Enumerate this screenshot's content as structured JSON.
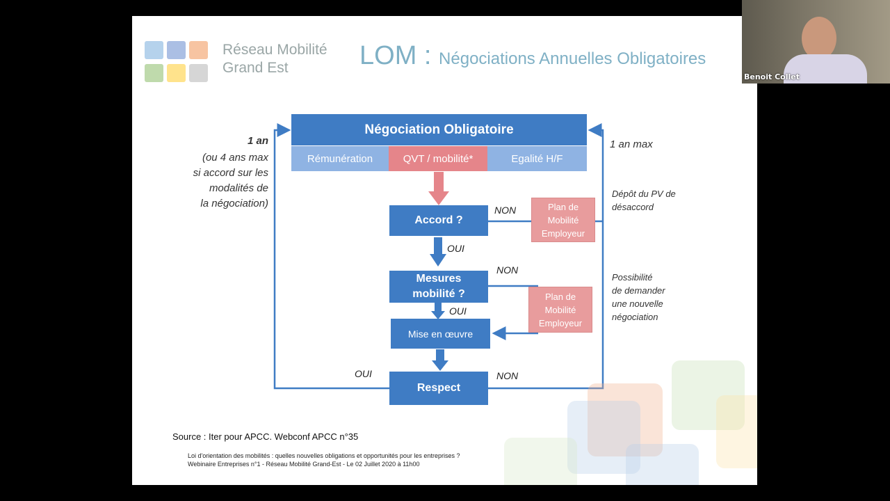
{
  "logo": {
    "line1": "Réseau Mobilité",
    "line2": "Grand Est"
  },
  "title": {
    "lom": "LOM",
    "colon": " : ",
    "subtitle": "Négociations Annuelles Obligatoires"
  },
  "diagram": {
    "main_box": "Négociation Obligatoire",
    "sub_boxes": [
      "Rémunération",
      "QVT / mobilité*",
      "Egalité H/F"
    ],
    "accord": "Accord ?",
    "mesures_line1": "Mesures",
    "mesures_line2": "mobilité ?",
    "mise": "Mise en œuvre",
    "respect": "Respect",
    "pme1_line1": "Plan de",
    "pme1_line2": "Mobilité",
    "pme1_line3": "Employeur",
    "pme2_line1": "Plan de",
    "pme2_line2": "Mobilité",
    "pme2_line3": "Employeur",
    "non1": "NON",
    "oui1": "OUI",
    "non2": "NON",
    "oui2": "OUI",
    "oui3": "OUI",
    "non3": "NON"
  },
  "left_note": {
    "l1": "1 an",
    "l2": "(ou 4 ans max",
    "l3": "si accord sur les",
    "l4": "modalités de",
    "l5": "la négociation)"
  },
  "right_notes": {
    "max": "1 an max",
    "depot1": "Dépôt du PV de",
    "depot2": "désaccord",
    "poss1": "Possibilité",
    "poss2": "de demander",
    "poss3": "une nouvelle",
    "poss4": "négociation"
  },
  "source": "Source : Iter pour APCC. Webconf APCC n°35",
  "footer": {
    "line1": "Loi d'orientation des mobilités : quelles nouvelles obligations et opportunités pour les entreprises ?",
    "line2": "Webinaire Entreprises n°1 - Réseau Mobilité Grand-Est - Le 02 Juillet 2020 à 11h00"
  },
  "participant": {
    "name": "Benoit Collet"
  },
  "colors": {
    "blue": "#3f7cc4",
    "light_blue": "#8fb3e3",
    "pink": "#e89c9d",
    "title": "#7fb0c5"
  }
}
